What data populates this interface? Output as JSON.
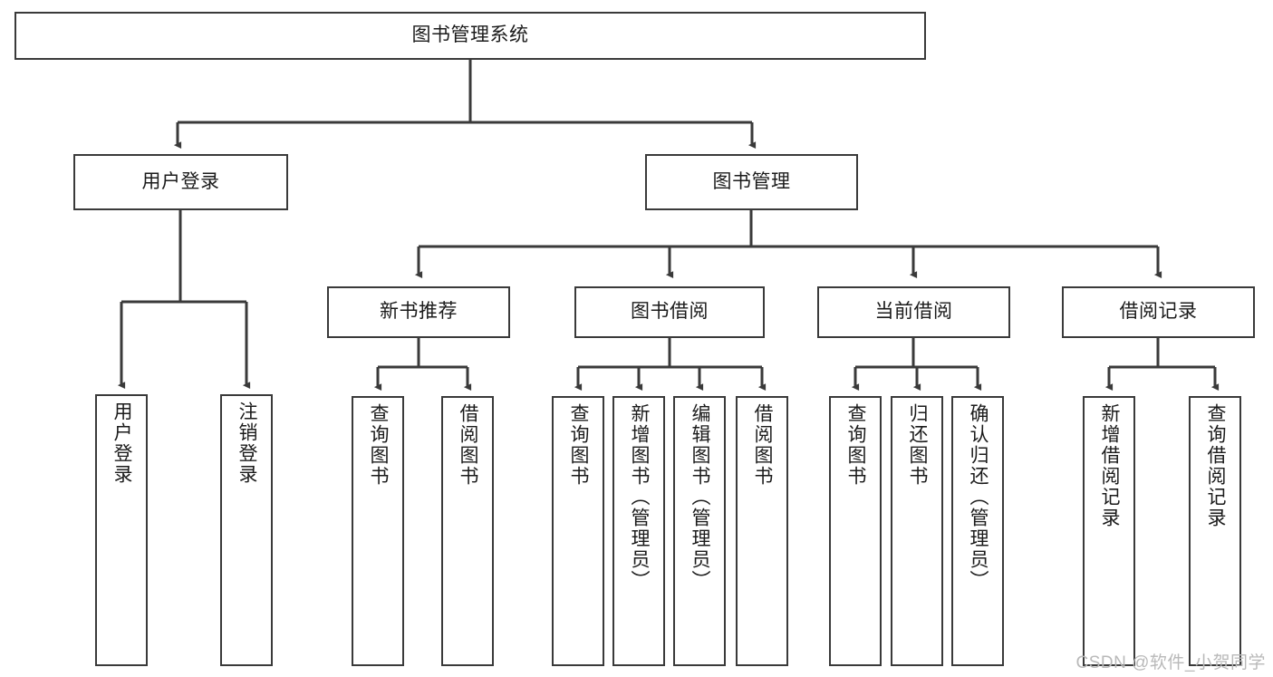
{
  "diagram": {
    "title": "图书管理系统",
    "watermark": "CSDN @软件_小贺同学",
    "colors": {
      "box_border": "#3a3a3a",
      "box_fill": "#ffffff",
      "edge": "#3a3a3a",
      "text": "#1b1b1b",
      "watermark": "#b9b9b9",
      "background": "#ffffff"
    },
    "nodes": {
      "root": {
        "label": "图书管理系统"
      },
      "level2": [
        {
          "label": "用户登录"
        },
        {
          "label": "图书管理"
        }
      ],
      "level3": [
        {
          "label": "新书推荐"
        },
        {
          "label": "图书借阅"
        },
        {
          "label": "当前借阅"
        },
        {
          "label": "借阅记录"
        }
      ],
      "leaves_user_login": [
        {
          "label": "用户登录"
        },
        {
          "label": "注销登录"
        }
      ],
      "leaves_new_book": [
        {
          "label": "查询图书"
        },
        {
          "label": "借阅图书"
        }
      ],
      "leaves_borrow": [
        {
          "label": "查询图书"
        },
        {
          "label": "新增图书（管理员）"
        },
        {
          "label": "编辑图书（管理员）"
        },
        {
          "label": "借阅图书"
        }
      ],
      "leaves_current": [
        {
          "label": "查询图书"
        },
        {
          "label": "归还图书"
        },
        {
          "label": "确认归还（管理员）"
        }
      ],
      "leaves_records": [
        {
          "label": "新增借阅记录"
        },
        {
          "label": "查询借阅记录"
        }
      ]
    }
  }
}
